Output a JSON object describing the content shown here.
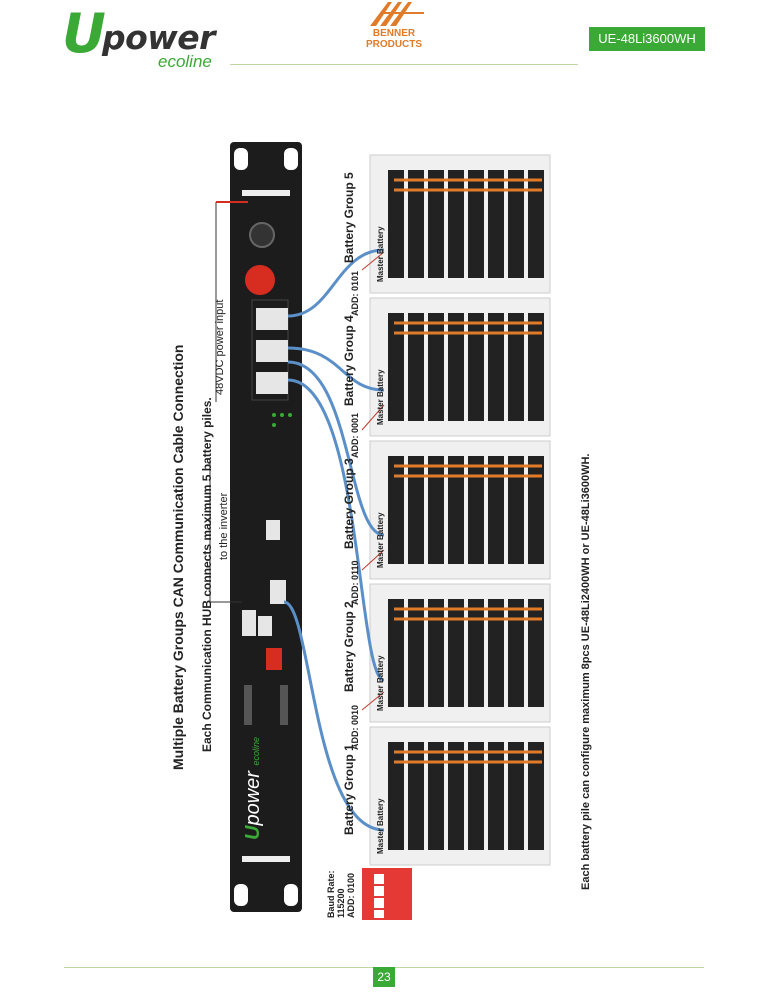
{
  "header": {
    "logo_u": "U",
    "logo_power": "power",
    "logo_ecoline": "ecoline",
    "partner_line1": "BENNER",
    "partner_line2": "PRODUCTS",
    "model": "UE-48Li3600WH"
  },
  "figure": {
    "title": "Multiple Battery Groups CAN Communication Cable Connection",
    "subtitle": "Each Communication HUB connects maximum 5 battery piles.",
    "to_inverter": "to the inverter",
    "power_input": "48VDC power input",
    "hub_brand_u": "U",
    "hub_brand": "power",
    "hub_brand_sub": "ecoline",
    "baud_label": "Baud Rate:",
    "baud_value": "115200",
    "hub_address": "ADD: 0100",
    "master_label": "Master Battery",
    "groups": [
      {
        "name": "Battery Group 1",
        "address": ""
      },
      {
        "name": "Battery Group 2",
        "address": "ADD: 0010"
      },
      {
        "name": "Battery Group 3",
        "address": "ADD: 0110"
      },
      {
        "name": "Battery Group 4",
        "address": "ADD: 0001"
      },
      {
        "name": "Battery Group 5",
        "address": "ADD: 0101"
      }
    ],
    "note": "Each battery pile can configure maximum 8pcs UE-48Li2400WH or UE-48Li3600WH."
  },
  "footer": {
    "page": "23"
  },
  "colors": {
    "accent": "#3aa935",
    "cable": "#5b8fc7",
    "orange": "#e07b2a",
    "dip": "#e53935"
  }
}
